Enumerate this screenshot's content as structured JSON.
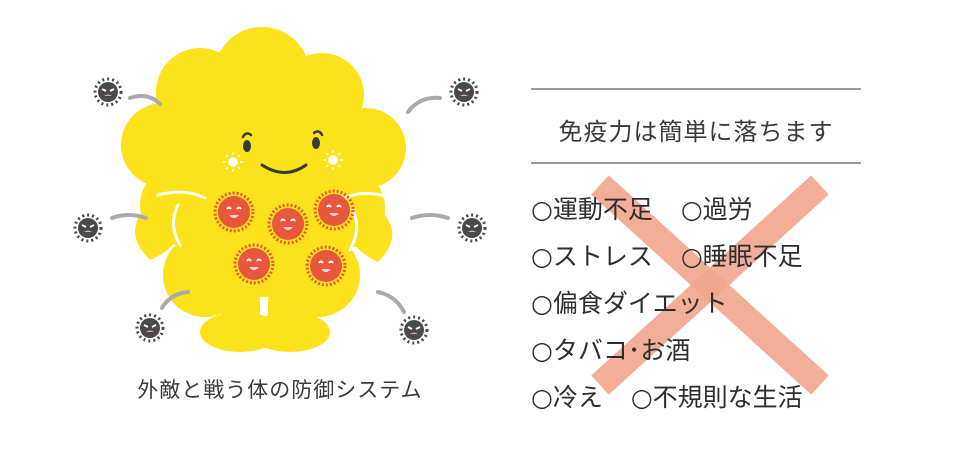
{
  "caption": "外敵と戦う体の防御システム",
  "headline": "免疫力は簡単に落ちます",
  "factors": [
    [
      "○運動不足",
      "○過労"
    ],
    [
      "○ストレス",
      "○睡眠不足"
    ],
    [
      "○偏食ダイエット"
    ],
    [
      "○タバコ･お酒"
    ],
    [
      "○冷え",
      "○不規則な生活"
    ]
  ],
  "colors": {
    "mascot": "#fce21a",
    "immune_cell": "#e8563b",
    "germ": "#4a4a4a",
    "cross": "#f1a68c",
    "rule": "#9a9a9a"
  }
}
